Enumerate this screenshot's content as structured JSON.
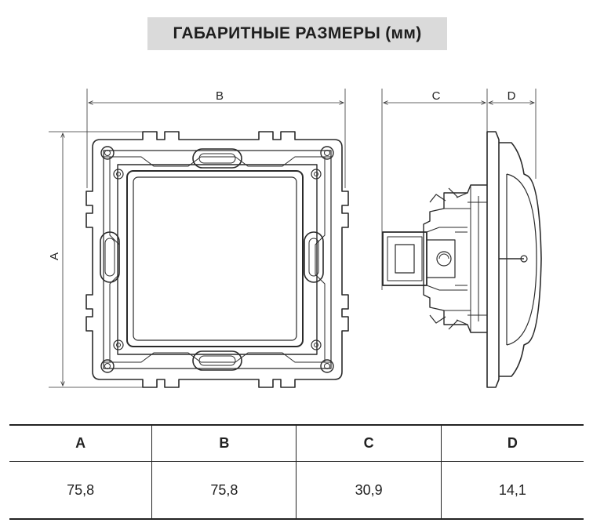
{
  "title": "ГАБАРИТНЫЕ РАЗМЕРЫ (мм)",
  "drawing": {
    "labels": {
      "a": "A",
      "b": "B",
      "c": "C",
      "d": "D"
    }
  },
  "table": {
    "headers": [
      "A",
      "B",
      "C",
      "D"
    ],
    "values": [
      "75,8",
      "75,8",
      "30,9",
      "14,1"
    ]
  }
}
